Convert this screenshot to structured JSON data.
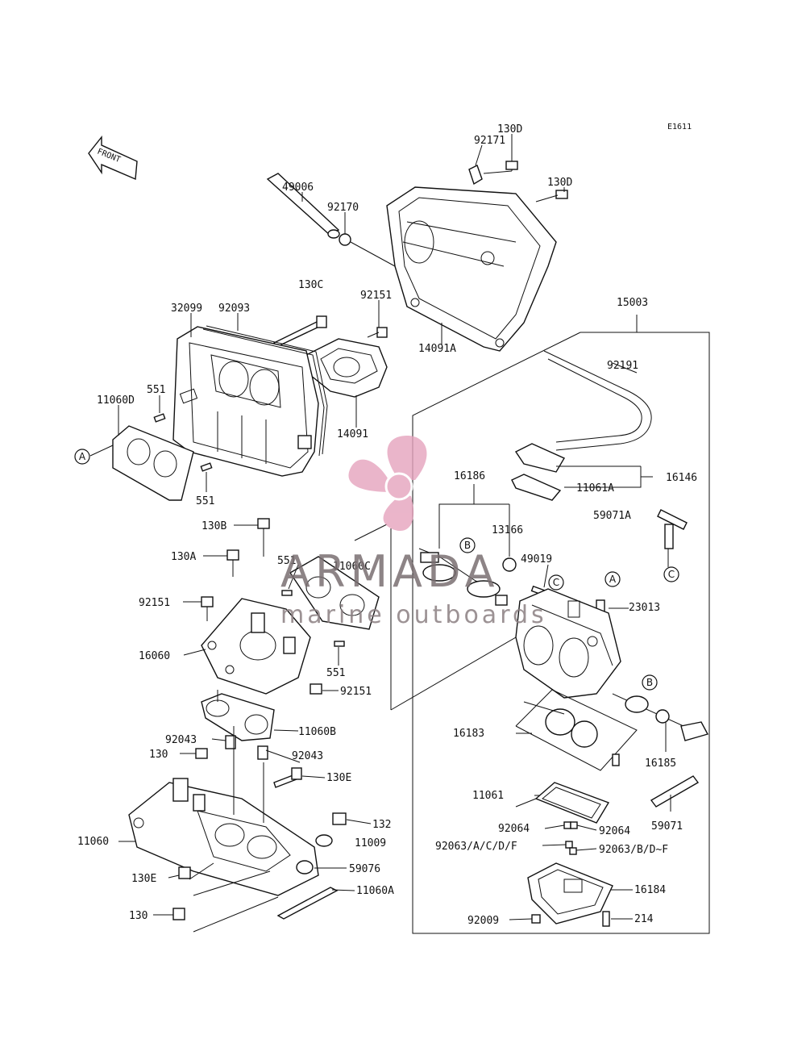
{
  "diagram": {
    "code": "E1611",
    "front_label": "FRONT",
    "labels": {
      "l92171": "92171",
      "l130D_a": "130D",
      "l130D_b": "130D",
      "l49006": "49006",
      "l92170": "92170",
      "l130C": "130C",
      "l92151_a": "92151",
      "l32099": "32099",
      "l92093": "92093",
      "l14091A": "14091A",
      "l15003": "15003",
      "l14091": "14091",
      "l92191": "92191",
      "l11060D": "11060D",
      "l551_a": "551",
      "l551_b": "551",
      "l16186": "16186",
      "l16146": "16146",
      "l11061A": "11061A",
      "l13166": "13166",
      "l59071A": "59071A",
      "l130B": "130B",
      "l130A": "130A",
      "l551_c": "551",
      "l11060C": "11060C",
      "l49019": "49019",
      "l23013": "23013",
      "l92151_b": "92151",
      "l16060": "16060",
      "l551_d": "551",
      "l92151_c": "92151",
      "l11060B": "11060B",
      "l16183": "16183",
      "l16185": "16185",
      "l92043_a": "92043",
      "l130_a": "130",
      "l92043_b": "92043",
      "l130E_a": "130E",
      "l11061": "11061",
      "l132": "132",
      "l11009": "11009",
      "l59071": "59071",
      "l11060": "11060",
      "l92064_a": "92064",
      "l92064_b": "92064",
      "l92063_a": "92063/A/C/D/F",
      "l92063_b": "92063/B/D~F",
      "l59076": "59076",
      "l130E_b": "130E",
      "l16184": "16184",
      "l11060A": "11060A",
      "l130_b": "130",
      "l92009": "92009",
      "l214": "214"
    },
    "refs": {
      "A1": "A",
      "A2": "A",
      "B1": "B",
      "B2": "B",
      "C1": "C",
      "C2": "C"
    }
  },
  "watermark": {
    "brand": "ARMADA",
    "tagline": "marine outboards",
    "color": "#e6a3bd"
  }
}
